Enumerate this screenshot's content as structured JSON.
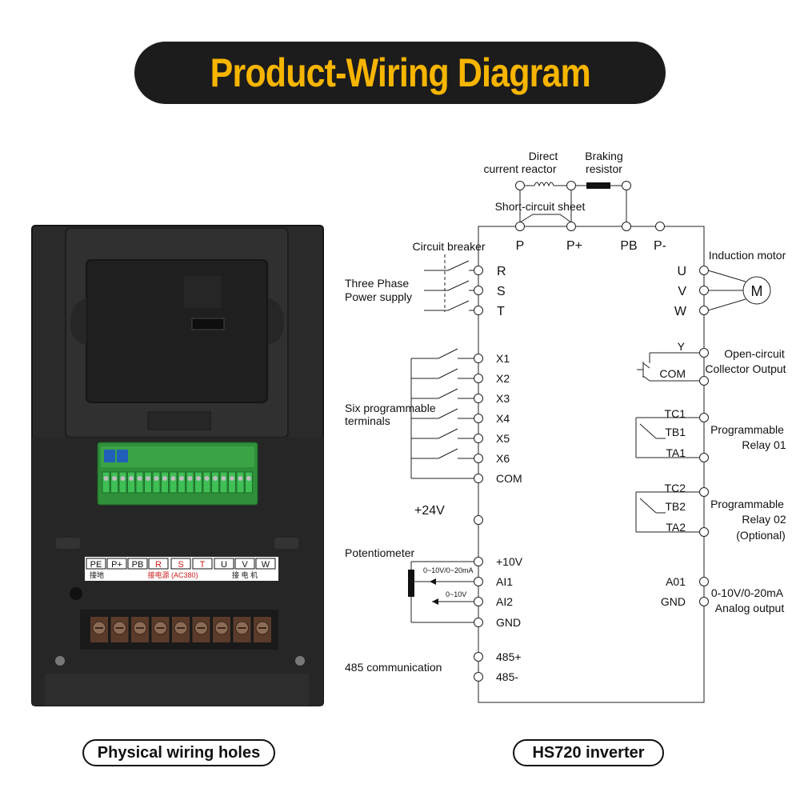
{
  "header": {
    "title": "Product-Wiring Diagram"
  },
  "captions": {
    "device": "Physical wiring holes",
    "diagram": "HS720 inverter"
  },
  "device": {
    "terminal_labels": [
      "PE",
      "P+",
      "PB",
      "R",
      "S",
      "T",
      "U",
      "V",
      "W"
    ],
    "sub_ground": "接地",
    "sub_power": "接电源 (AC380)",
    "sub_motor": "接 电 机",
    "colors": {
      "body": "#2b2b2b",
      "red_label": "#d11a1a",
      "pcb": "#2f8f3a"
    }
  },
  "diagram": {
    "direct_reactor": [
      "Direct",
      "current reactor"
    ],
    "braking_resistor": [
      "Braking",
      "resistor"
    ],
    "short_circuit_sheet": "Short-circuit sheet",
    "dc_terminals": [
      "P",
      "P+",
      "PB",
      "P-"
    ],
    "circuit_breaker": "Circuit breaker",
    "three_phase": [
      "Three Phase",
      "Power supply"
    ],
    "power_inputs": [
      "R",
      "S",
      "T"
    ],
    "induction_motor": "Induction motor",
    "motor_symbol": "M",
    "motor_outputs": [
      "U",
      "V",
      "W"
    ],
    "six_terminals": [
      "Six programmable",
      "terminals"
    ],
    "digital_inputs": [
      "X1",
      "X2",
      "X3",
      "X4",
      "X5",
      "X6",
      "COM"
    ],
    "supply_24v": "+24V",
    "potentiometer": "Potentiometer",
    "analog_inputs": [
      "+10V",
      "AI1",
      "AI2",
      "GND"
    ],
    "ai1_range": "0~10V/0~20mA",
    "ai2_range": "0~10V",
    "rs485": "485 communication",
    "rs485_terminals": [
      "485+",
      "485-"
    ],
    "oc_terminals": [
      "Y",
      "COM"
    ],
    "oc_label": [
      "Open-circuit",
      "Collector Output"
    ],
    "relay1_terminals": [
      "TC1",
      "TB1",
      "TA1"
    ],
    "relay1_label": [
      "Programmable",
      "Relay 01"
    ],
    "relay2_terminals": [
      "TC2",
      "TB2",
      "TA2"
    ],
    "relay2_label": [
      "Programmable",
      "Relay 02",
      "(Optional)"
    ],
    "analog_out_terminals": [
      "A01",
      "GND"
    ],
    "analog_out_label": [
      "0-10V/0-20mA",
      "Analog output"
    ]
  }
}
